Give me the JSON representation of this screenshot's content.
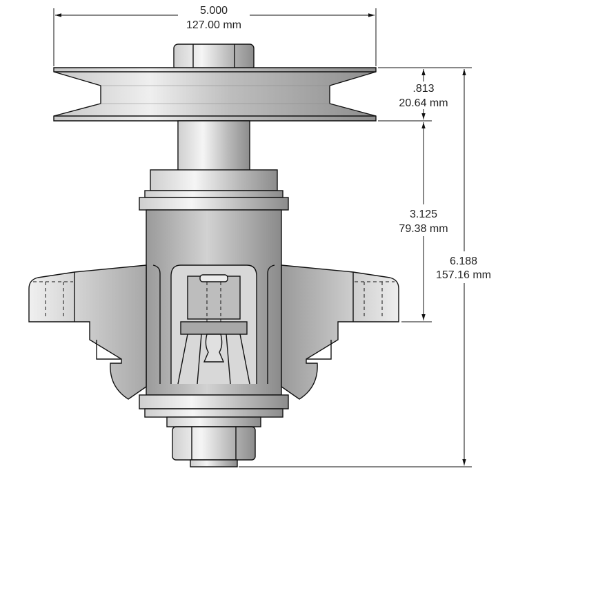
{
  "dimensions": {
    "pulley_diameter": {
      "inch": "5.000",
      "mm": "127.00 mm"
    },
    "pulley_height": {
      "inch": ".813",
      "mm": "20.64 mm"
    },
    "pulley_to_mount": {
      "inch": "3.125",
      "mm": "79.38 mm"
    },
    "overall_height": {
      "inch": "6.188",
      "mm": "157.16 mm"
    }
  },
  "colors": {
    "metal_light": "#f2f2f2",
    "metal_mid": "#b5b5b5",
    "metal_dark": "#7a7a7a",
    "outline": "#111111",
    "background": "#ffffff"
  }
}
